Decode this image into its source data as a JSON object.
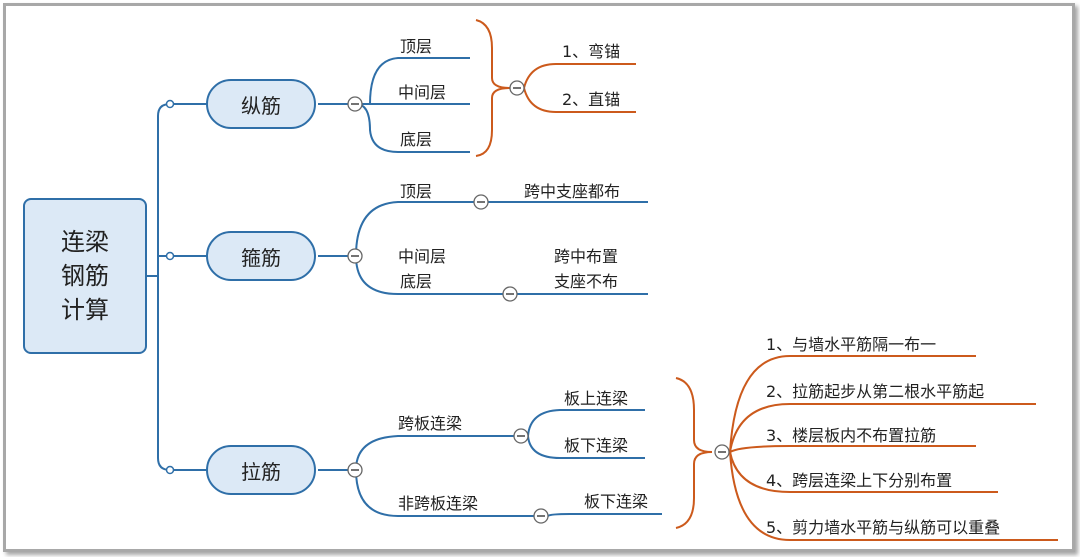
{
  "root": {
    "lines": [
      "连梁",
      "钢筋",
      "计算"
    ]
  },
  "zongjin": {
    "label": "纵筋",
    "levels": [
      "顶层",
      "中间层",
      "底层"
    ],
    "anchors": [
      "1、弯锚",
      "2、直锚"
    ]
  },
  "gujin": {
    "label": "箍筋",
    "top": {
      "level": "顶层",
      "note": "跨中支座都布"
    },
    "mid": {
      "levels": [
        "中间层",
        "底层"
      ],
      "notes": [
        "跨中布置",
        "支座不布"
      ]
    }
  },
  "lajin": {
    "label": "拉筋",
    "kuaban": {
      "label": "跨板连梁",
      "children": [
        "板上连梁",
        "板下连梁"
      ]
    },
    "feikuaban": {
      "label": "非跨板连梁",
      "child": "板下连梁"
    },
    "rules": [
      "1、与墙水平筋隔一布一",
      "2、拉筋起步从第二根水平筋起",
      "3、楼层板内不布置拉筋",
      "4、跨层连梁上下分别布置",
      "5、剪力墙水平筋与纵筋可以重叠"
    ]
  },
  "colors": {
    "blue": "#2f6fa8",
    "orange": "#cc5a1c",
    "node_fill": "#dce9f6"
  }
}
